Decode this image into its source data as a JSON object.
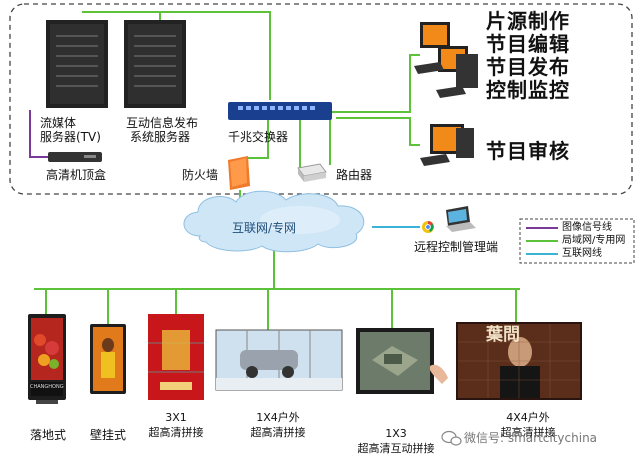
{
  "labels": {
    "streaming_server": [
      "流媒体",
      "服务器(TV)"
    ],
    "interactive_server": [
      "互动信息发布",
      "系统服务器"
    ],
    "gigabit_switch": "千兆交换器",
    "hd_settop_box": "高清机顶盒",
    "firewall": "防火墙",
    "router": "路由器",
    "cloud": "互联网/专网",
    "remote_control": "远程控制管理端",
    "pc_group_tasks": [
      "片源制作",
      "节目编辑",
      "节目发布",
      "控制监控"
    ],
    "program_review": "节目审核"
  },
  "legend": {
    "items": [
      {
        "label": "图像信号线",
        "color": "#7a3a9a"
      },
      {
        "label": "局域网/专用网",
        "color": "#5cc23a"
      },
      {
        "label": "互联网线",
        "color": "#3bb3d6"
      }
    ]
  },
  "displays": [
    {
      "caption": [
        "落地式"
      ]
    },
    {
      "caption": [
        "壁挂式"
      ]
    },
    {
      "caption": [
        "3X1",
        "超高清拼接"
      ]
    },
    {
      "caption": [
        "1X4户外",
        "超高清拼接"
      ]
    },
    {
      "caption": [
        "1X3",
        "超高清互动拼接"
      ]
    },
    {
      "caption": [
        "4X4户外",
        "超高清拼接"
      ]
    }
  ],
  "screen_text": {
    "poster_film_title": "葉問",
    "totem_brand": "CHANGHONG"
  },
  "watermark": "微信号: smartcitychina",
  "colors": {
    "lan_line": "#5cc23a",
    "internet_line": "#3bb3d6",
    "signal_line": "#7a3a9a",
    "dashed_border": "#444444"
  }
}
